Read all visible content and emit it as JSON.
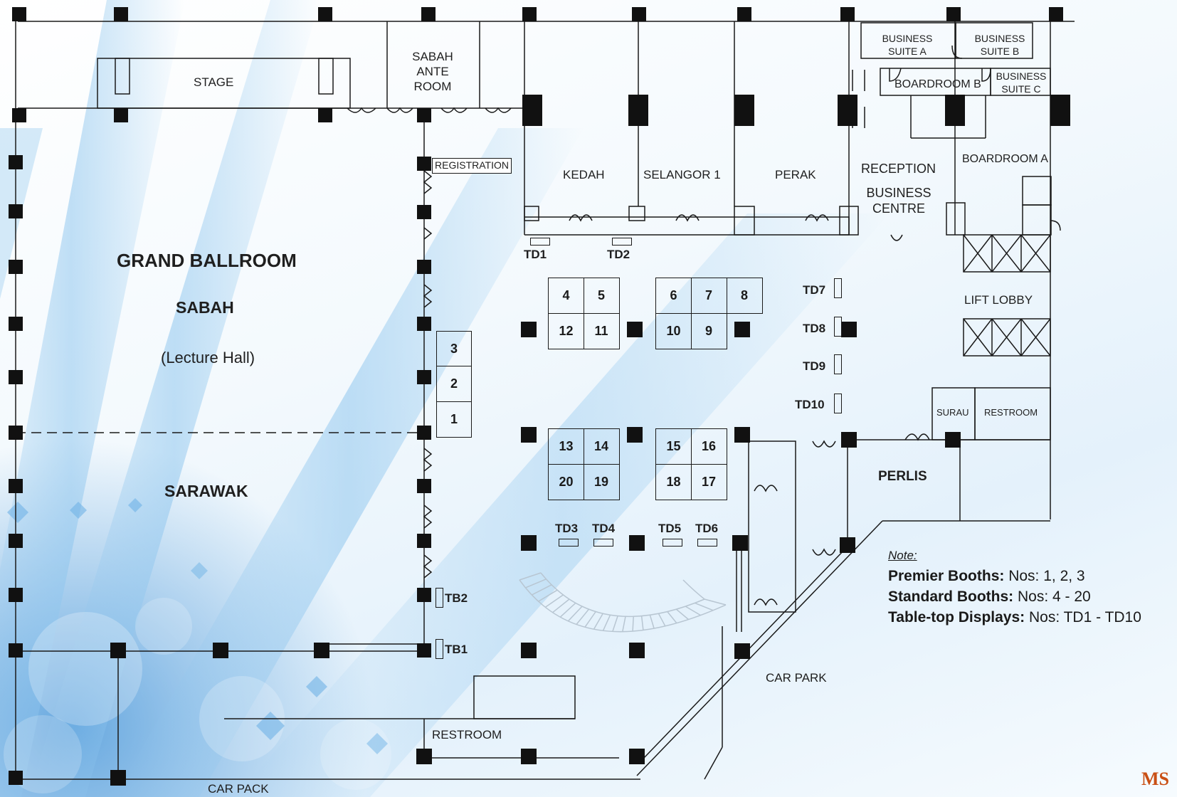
{
  "rooms": {
    "stage": "STAGE",
    "sabah_ante_room": [
      "SABAH",
      "ANTE",
      "ROOM"
    ],
    "registration": "REGISTRATION",
    "kedah": "KEDAH",
    "selangor": "SELANGOR 1",
    "perak": "PERAK",
    "reception": "RECEPTION",
    "business_centre": [
      "BUSINESS",
      "CENTRE"
    ],
    "business_suite_a": [
      "BUSINESS",
      "SUITE A"
    ],
    "business_suite_b": [
      "BUSINESS",
      "SUITE B"
    ],
    "business_suite_c": [
      "BUSINESS",
      "SUITE C"
    ],
    "boardroom_b": "BOARDROOM B",
    "boardroom_a": "BOARDROOM A",
    "lift_lobby": "LIFT LOBBY",
    "surau": "SURAU",
    "restroom_east": "RESTROOM",
    "perlis": "PERLIS",
    "car_park": "CAR PARK",
    "restroom_south": "RESTROOM",
    "car_pack": "CAR PACK",
    "grand_ballroom": "GRAND BALLROOM",
    "sabah": "SABAH",
    "lecture_hall": "(Lecture Hall)",
    "sarawak": "SARAWAK"
  },
  "booths": {
    "premier": [
      "3",
      "2",
      "1"
    ],
    "standard_a": [
      "4",
      "5",
      "12",
      "11"
    ],
    "standard_b": [
      "6",
      "7",
      "8",
      "10",
      "9"
    ],
    "standard_c": [
      "13",
      "14",
      "20",
      "19"
    ],
    "standard_d": [
      "15",
      "16",
      "18",
      "17"
    ]
  },
  "tabletops": {
    "td1": "TD1",
    "td2": "TD2",
    "td3": "TD3",
    "td4": "TD4",
    "td5": "TD5",
    "td6": "TD6",
    "td7": "TD7",
    "td8": "TD8",
    "td9": "TD9",
    "td10": "TD10",
    "tb1": "TB1",
    "tb2": "TB2"
  },
  "note": {
    "heading": "Note:",
    "lines": [
      {
        "label": "Premier Booths:",
        "value": " Nos: 1, 2, 3"
      },
      {
        "label": "Standard Booths:",
        "value": " Nos: 4 - 20"
      },
      {
        "label": "Table-top Displays:",
        "value": " Nos: TD1 - TD10"
      }
    ]
  },
  "brand": "MS",
  "colors": {
    "line": "#1a1a1a",
    "column": "#111111",
    "brand": "#c94f14",
    "background_accent": "#5aa8e0"
  }
}
